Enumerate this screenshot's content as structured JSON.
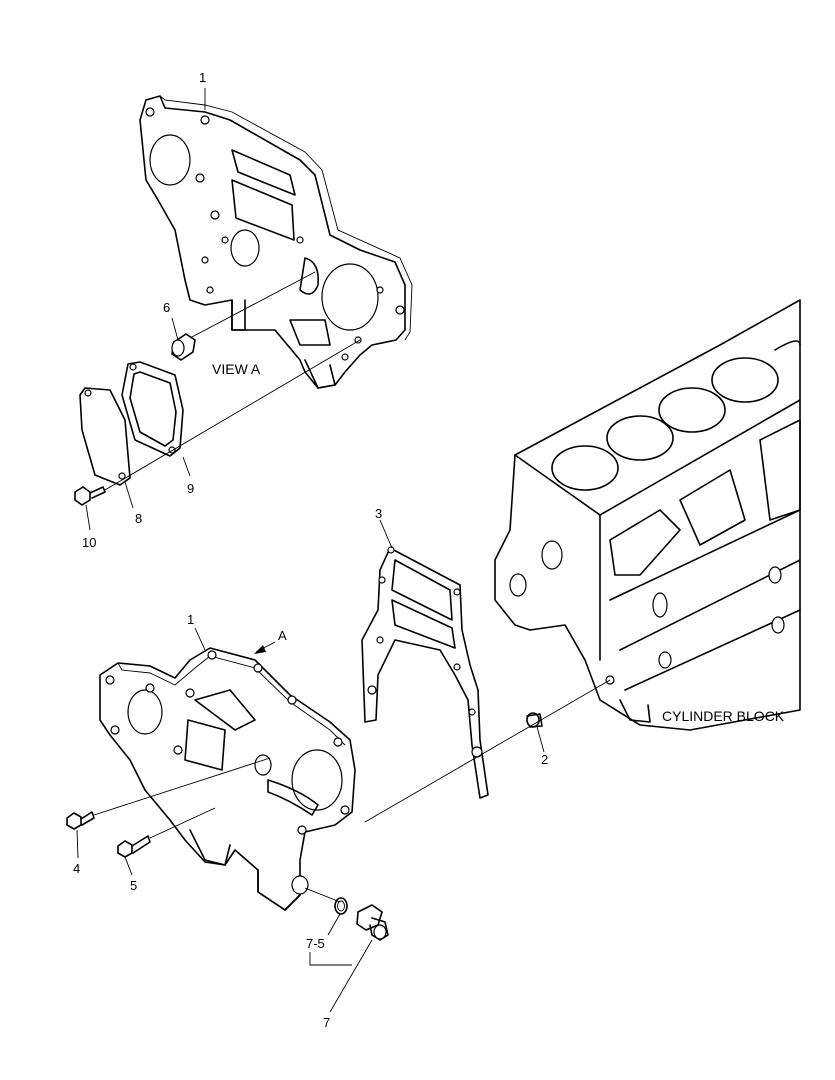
{
  "labels": {
    "view_a": "VIEW A",
    "cylinder_block": "CYLINDER BLOCK",
    "arrow_a": "A",
    "p1_top": "1",
    "p1_bottom": "1",
    "p2": "2",
    "p3": "3",
    "p4": "4",
    "p5": "5",
    "p6": "6",
    "p7": "7",
    "p7_5": "7-5",
    "p8": "8",
    "p9": "9",
    "p10": "10"
  }
}
